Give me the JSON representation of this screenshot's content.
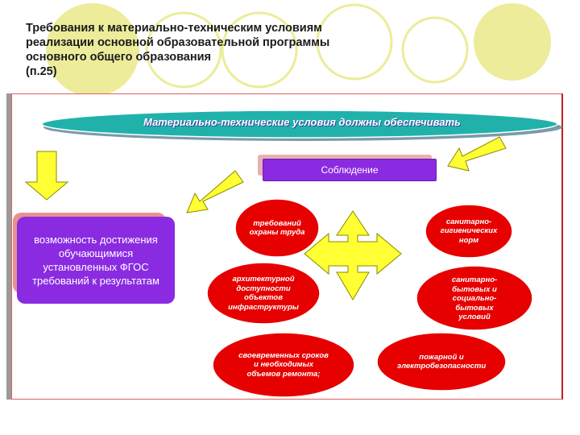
{
  "title": {
    "line1": "Требования к материально-техническим условиям",
    "line2": "реализации основной образовательной программы",
    "line3": "основного общего образования",
    "line4": "(п.25)"
  },
  "banner": {
    "text": "Материально-технические условия должны обеспечивать"
  },
  "compliance_box": {
    "label": "Соблюдение"
  },
  "result_box": {
    "line1": "возможность достижения",
    "line2": "обучающимися",
    "line3": "установленных ФГОС",
    "line4": "требований к результатам"
  },
  "ovals": {
    "labor": [
      "требований",
      "охраны труда"
    ],
    "sanitary_hygienic": [
      "санитарно-",
      "гигиенических",
      "норм"
    ],
    "architectural": [
      "архитектурной",
      "доступности",
      "объектов",
      "инфраструктуры"
    ],
    "sanitary_domestic": [
      "санитарно-",
      "бытовых и",
      "социально-",
      "бытовых",
      "условий"
    ],
    "repairs": [
      "своевременных сроков",
      "и необходимых",
      "объемов ремонта;"
    ],
    "fire": [
      "пожарной и",
      "электробезопасности"
    ]
  },
  "colors": {
    "oval_red": "#e60000",
    "violet": "#8a2be2",
    "arrow_yellow": "#ffff33",
    "banner_teal": "#20b2aa",
    "deco_circle": "#ecec9a"
  }
}
